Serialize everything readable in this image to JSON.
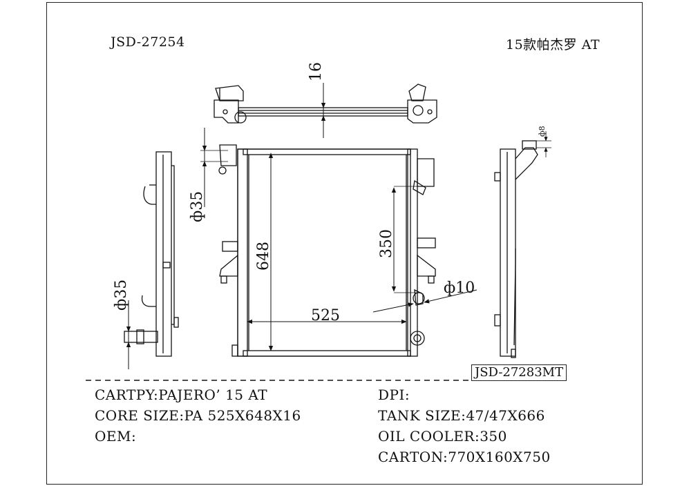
{
  "header": {
    "part_number": "JSD-27254",
    "model_title": "15款帕杰罗 AT"
  },
  "drawing": {
    "dim_thickness": "16",
    "dim_inlet": "ф35",
    "dim_outlet": "ф35",
    "dim_height": "648",
    "dim_width": "525",
    "dim_oil_cooler": "350",
    "dim_oil_pipe": "ф10",
    "dim_cap": "ф8",
    "alt_part_number": "JSD-27283MT"
  },
  "specs": {
    "left": [
      "CARTPY:PAJERO’ 15 AT",
      "CORE SIZE:PA 525X648X16",
      "OEM:"
    ],
    "right": [
      "DPI:",
      "TANK SIZE:47/47X666",
      "OIL COOLER:350",
      "CARTON:770X160X750"
    ]
  }
}
